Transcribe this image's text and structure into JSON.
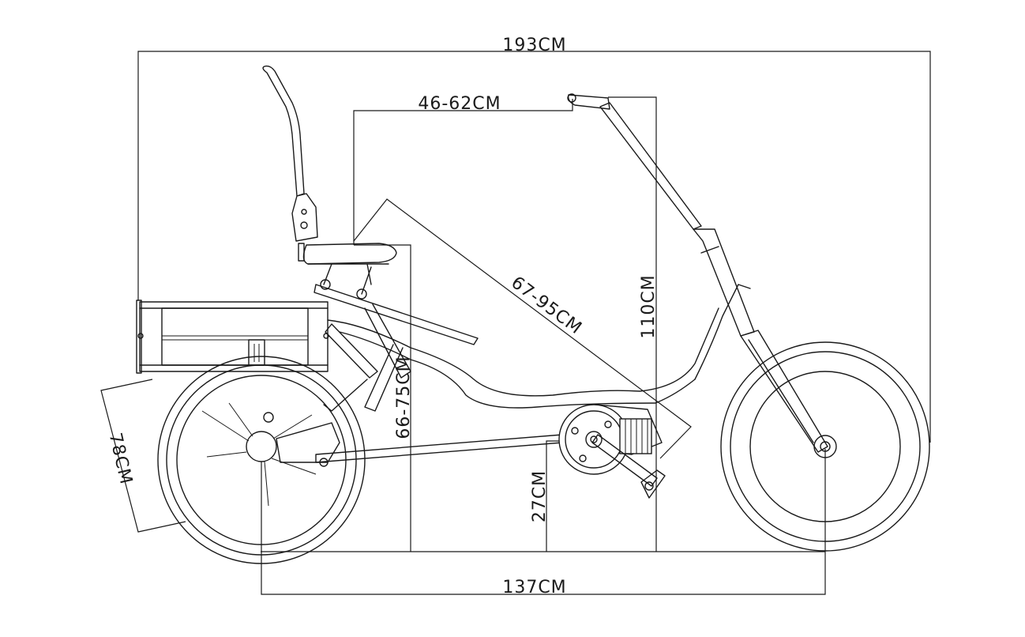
{
  "dimensions": {
    "overall_length": "193CM",
    "seat_to_handlebar": "46-62CM",
    "seat_to_pedal": "67-95CM",
    "handlebar_height": "110CM",
    "seat_height": "66-75CM",
    "rear_wheel_diameter": "78CM",
    "crank_height": "27CM",
    "wheelbase": "137CM"
  },
  "colors": {
    "line": "#1a1a1a",
    "background": "#ffffff"
  }
}
